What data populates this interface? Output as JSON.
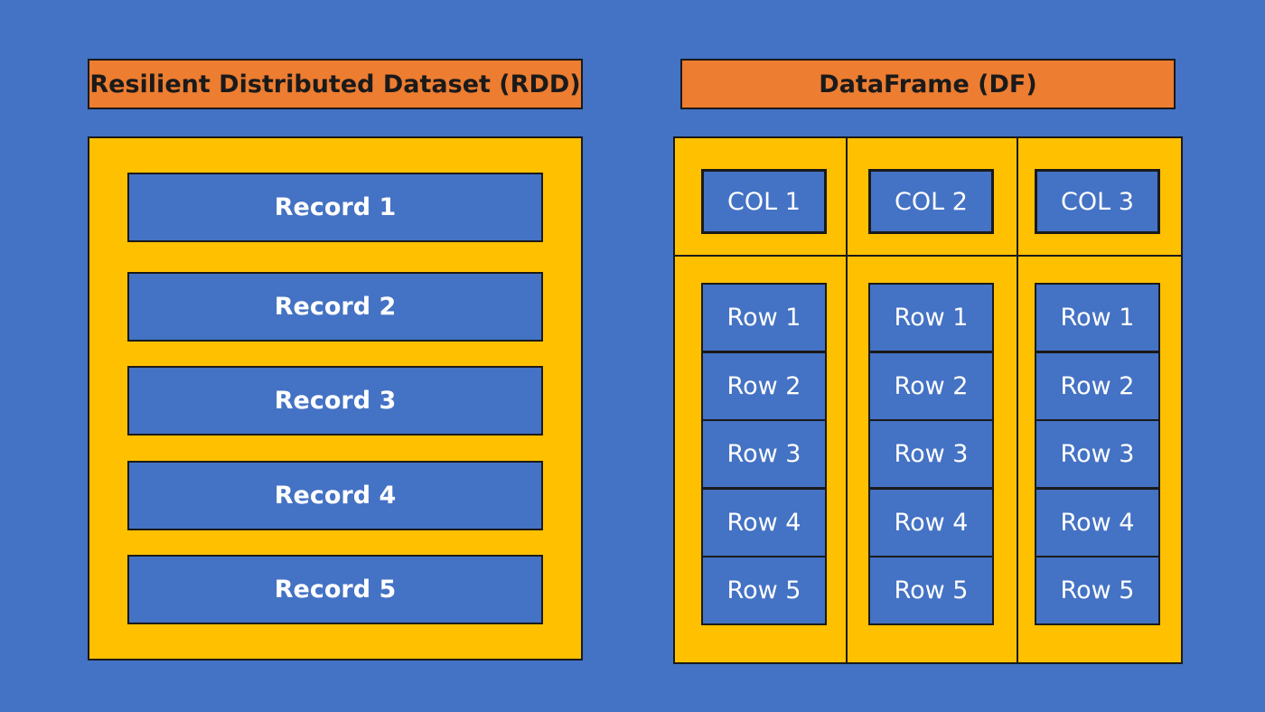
{
  "colors": {
    "background": "#4472c4",
    "title_fill": "#ed7d31",
    "panel_fill": "#ffc000",
    "cell_fill": "#4472c4",
    "text_light": "#ffffff",
    "border": "#1a1a1a"
  },
  "rdd": {
    "title": "Resilient Distributed Dataset (RDD)",
    "records": [
      "Record 1",
      "Record 2",
      "Record 3",
      "Record 4",
      "Record 5"
    ]
  },
  "df": {
    "title": "DataFrame (DF)",
    "columns": [
      {
        "header": "COL 1",
        "rows": [
          "Row 1",
          "Row 2",
          "Row 3",
          "Row 4",
          "Row 5"
        ]
      },
      {
        "header": "COL 2",
        "rows": [
          "Row 1",
          "Row 2",
          "Row 3",
          "Row 4",
          "Row 5"
        ]
      },
      {
        "header": "COL 3",
        "rows": [
          "Row 1",
          "Row 2",
          "Row 3",
          "Row 4",
          "Row 5"
        ]
      }
    ]
  }
}
